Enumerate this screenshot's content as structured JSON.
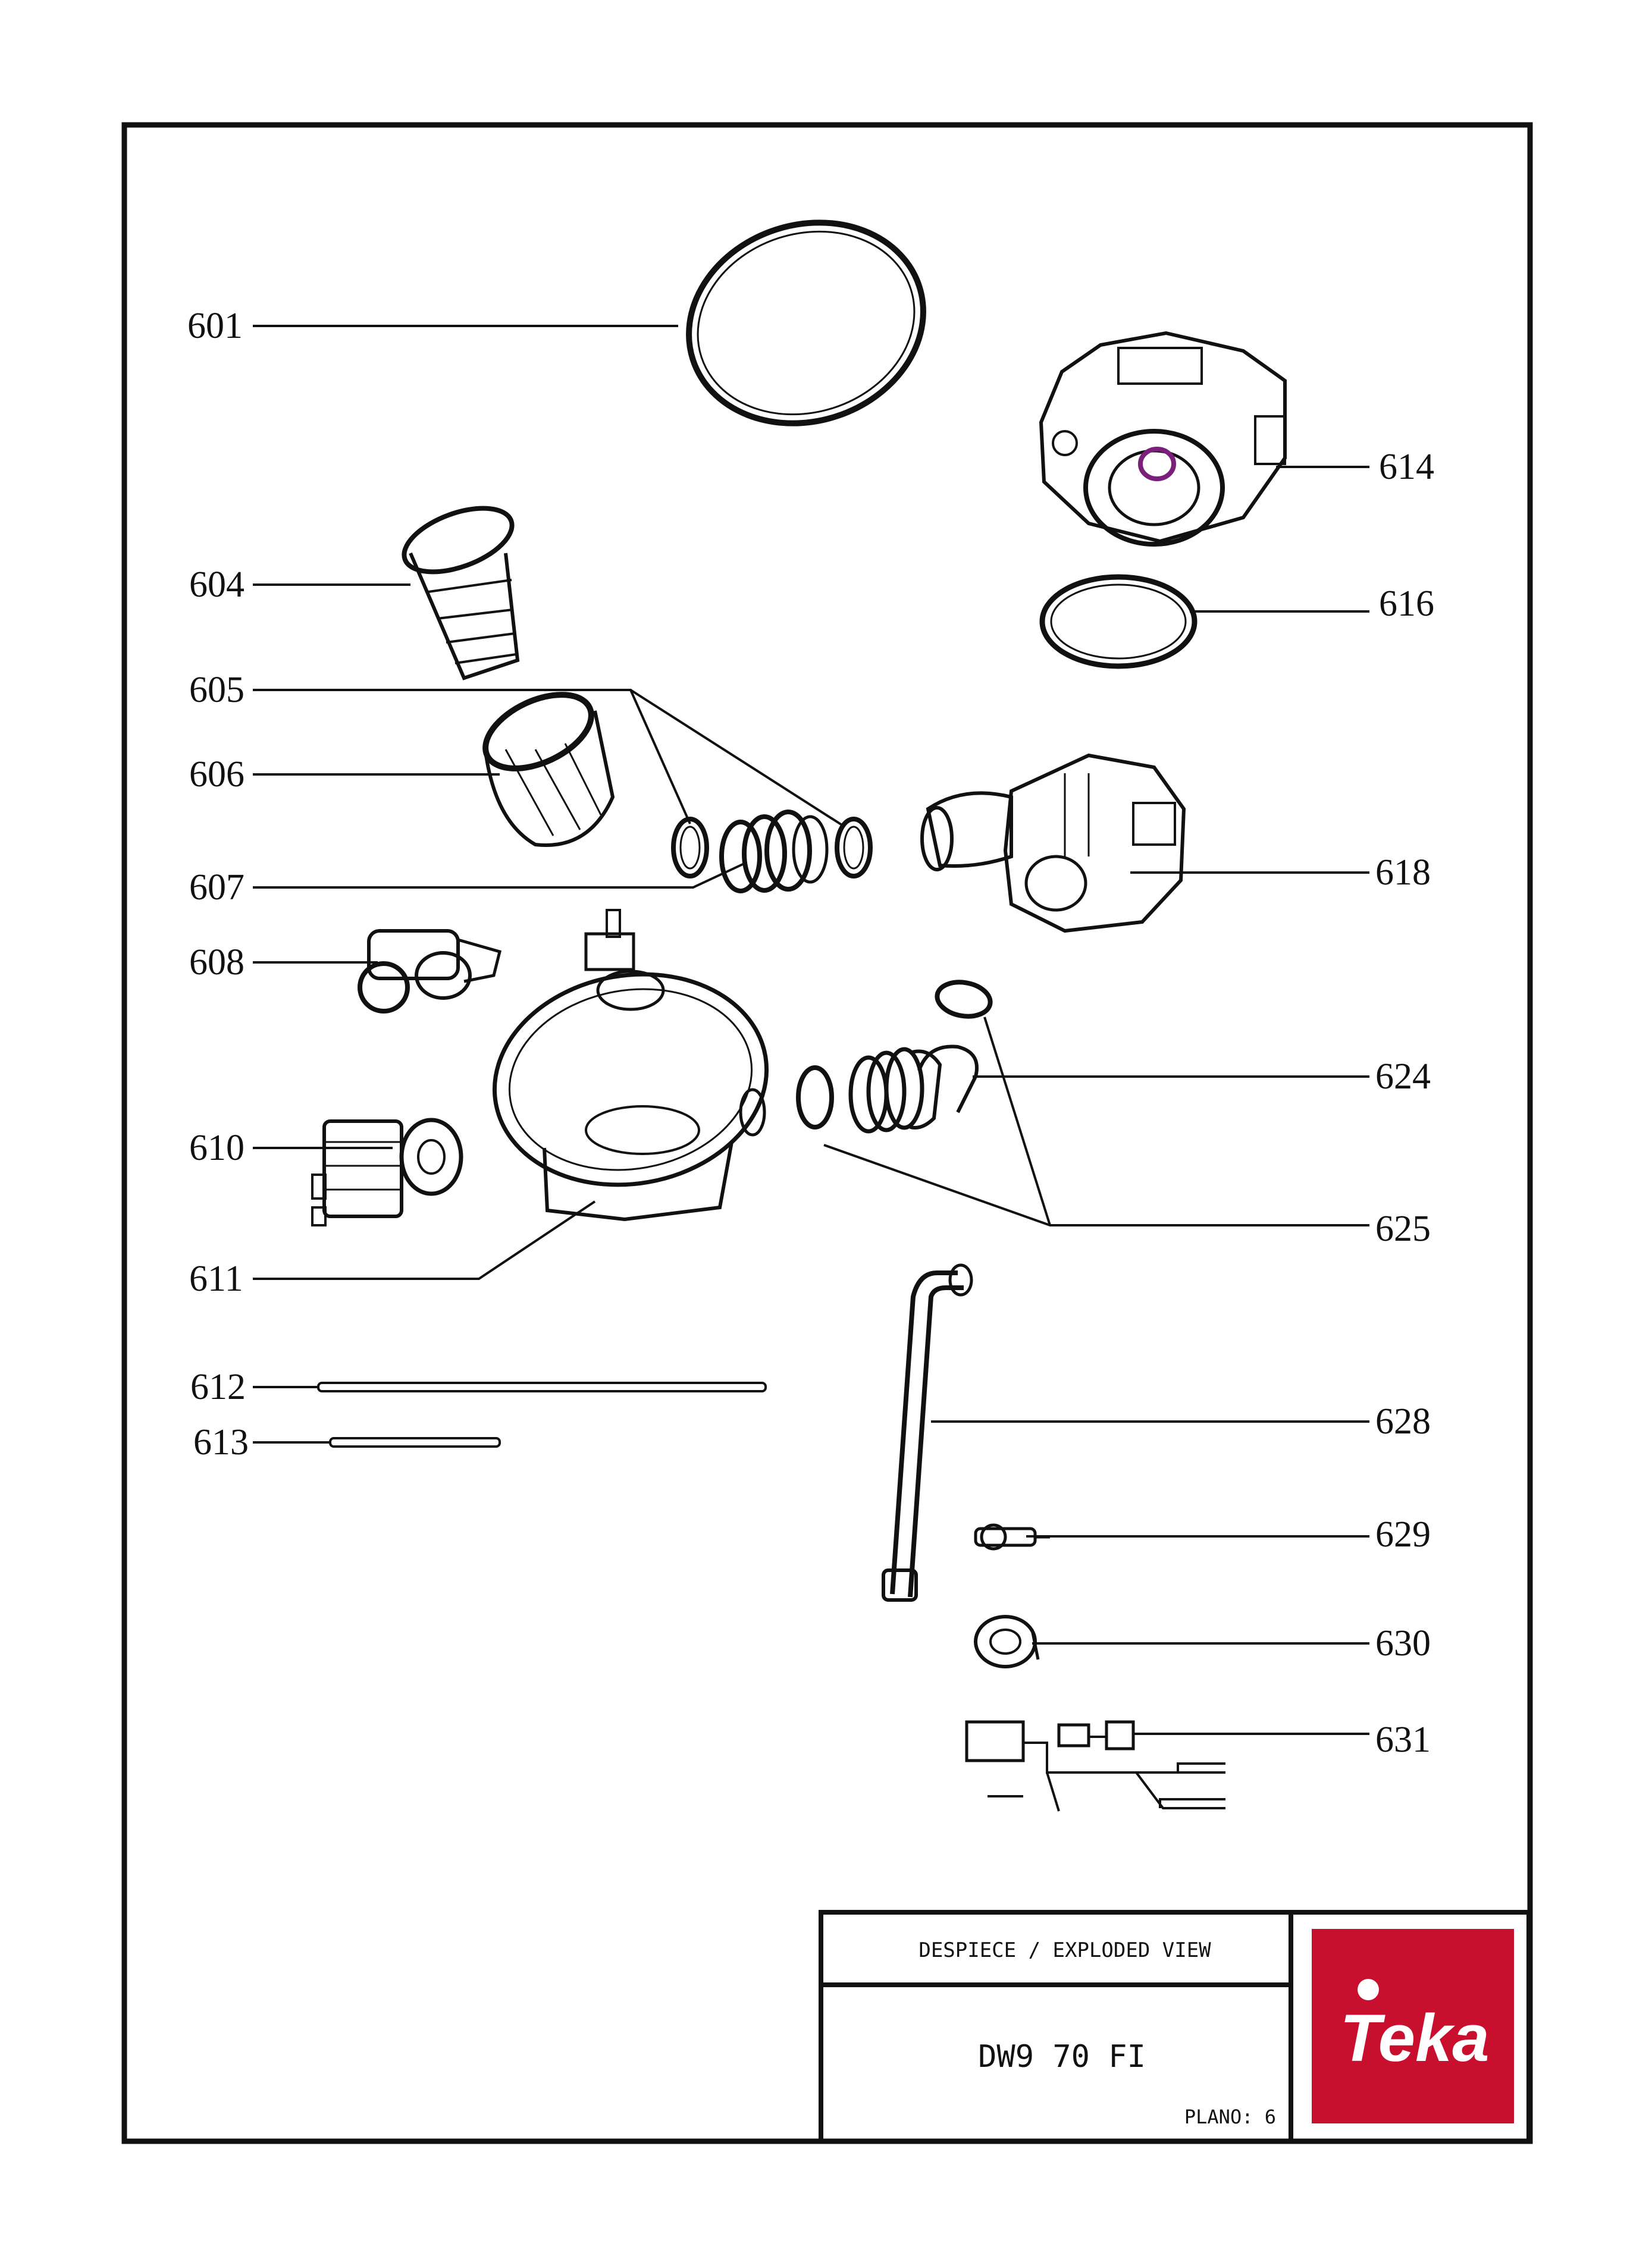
{
  "drawing": {
    "callouts": {
      "c601": "601",
      "c604": "604",
      "c605": "605",
      "c606": "606",
      "c607": "607",
      "c608": "608",
      "c610": "610",
      "c611": "611",
      "c612": "612",
      "c613": "613",
      "c614": "614",
      "c616": "616",
      "c618": "618",
      "c624": "624",
      "c625": "625",
      "c628": "628",
      "c629": "629",
      "c630": "630",
      "c631": "631"
    }
  },
  "title_block": {
    "header": "DESPIECE / EXPLODED VIEW",
    "model": "DW9 70 FI",
    "sheet_label": "PLANO: 6"
  },
  "logo": {
    "text": "Teka",
    "color": "#c8102e"
  },
  "colors": {
    "line": "#111111",
    "accent_part": "#7a1f7a"
  }
}
